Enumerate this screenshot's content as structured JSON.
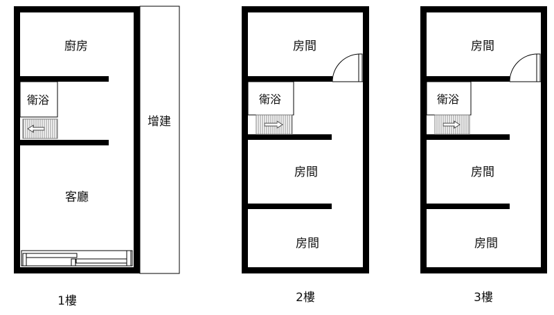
{
  "floors": [
    {
      "floor_label": "1樓",
      "rooms": {
        "kitchen": "廚房",
        "bath": "衛浴",
        "living": "客廳"
      },
      "annex": "增建"
    },
    {
      "floor_label": "2樓",
      "rooms": {
        "room_a": "房間",
        "bath": "衛浴",
        "room_b": "房間",
        "room_c": "房間"
      }
    },
    {
      "floor_label": "3樓",
      "rooms": {
        "room_a": "房間",
        "bath": "衛浴",
        "room_b": "房間",
        "room_c": "房間"
      }
    }
  ]
}
